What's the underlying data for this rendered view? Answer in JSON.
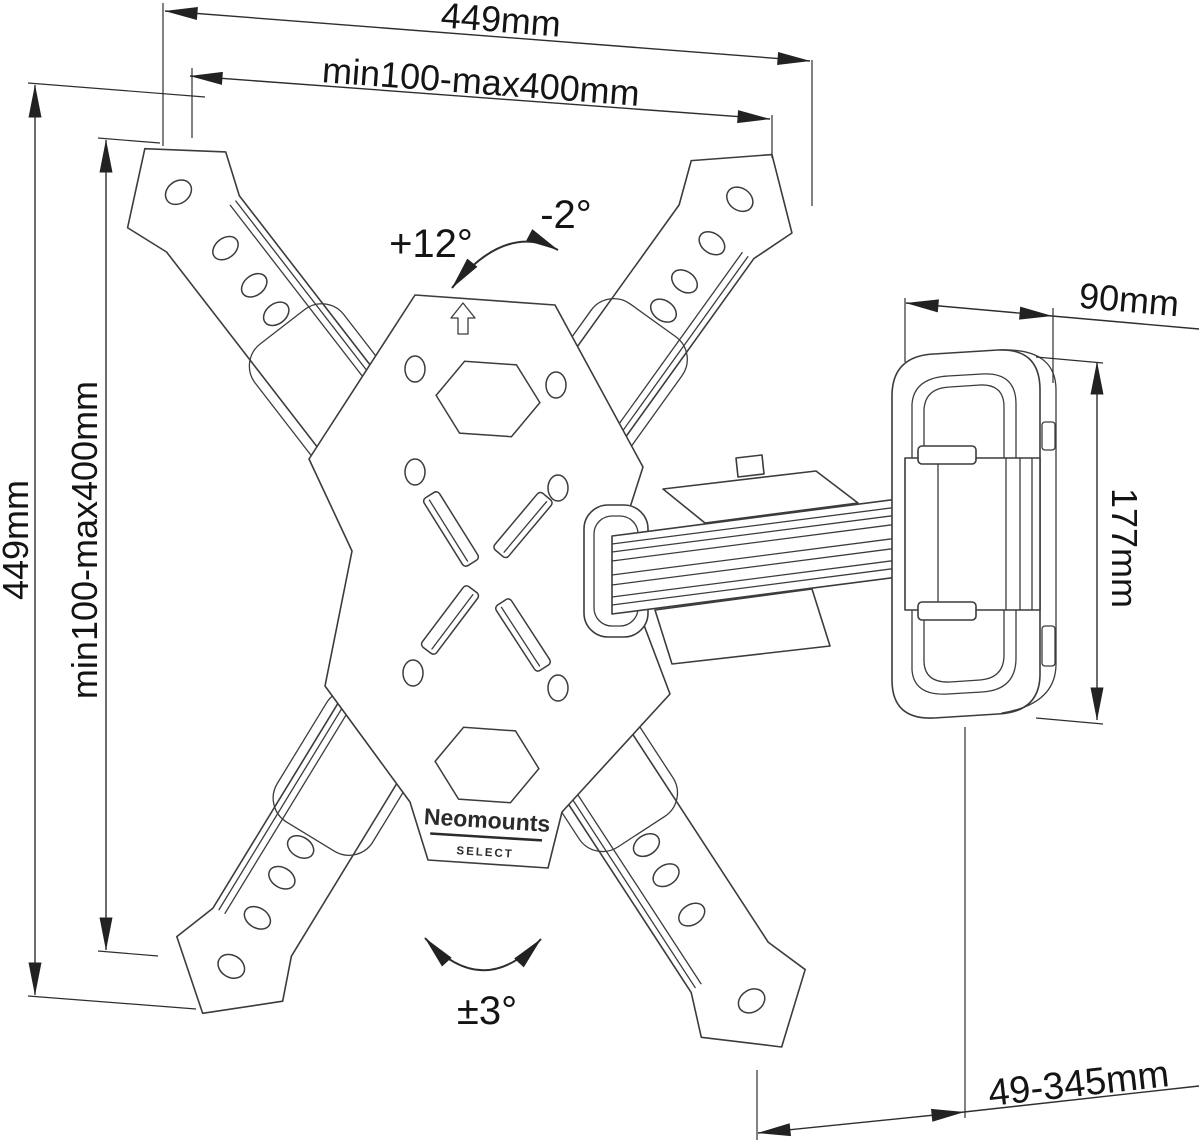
{
  "drawing": {
    "brand": "Neomounts",
    "brand_sub": "SELECT",
    "dims": {
      "overall_width": "449mm",
      "vesa_width": "min100-max400mm",
      "overall_height": "449mm",
      "vesa_height": "min100-max400mm",
      "wall_plate_depth": "90mm",
      "wall_plate_height": "177mm",
      "extension": "49-345mm"
    },
    "angles": {
      "tilt_up": "+12°",
      "tilt_down": "-2°",
      "swivel": "±3°"
    },
    "colors": {
      "line": "#3c3c3c",
      "text": "#141414",
      "background": "#ffffff"
    }
  }
}
